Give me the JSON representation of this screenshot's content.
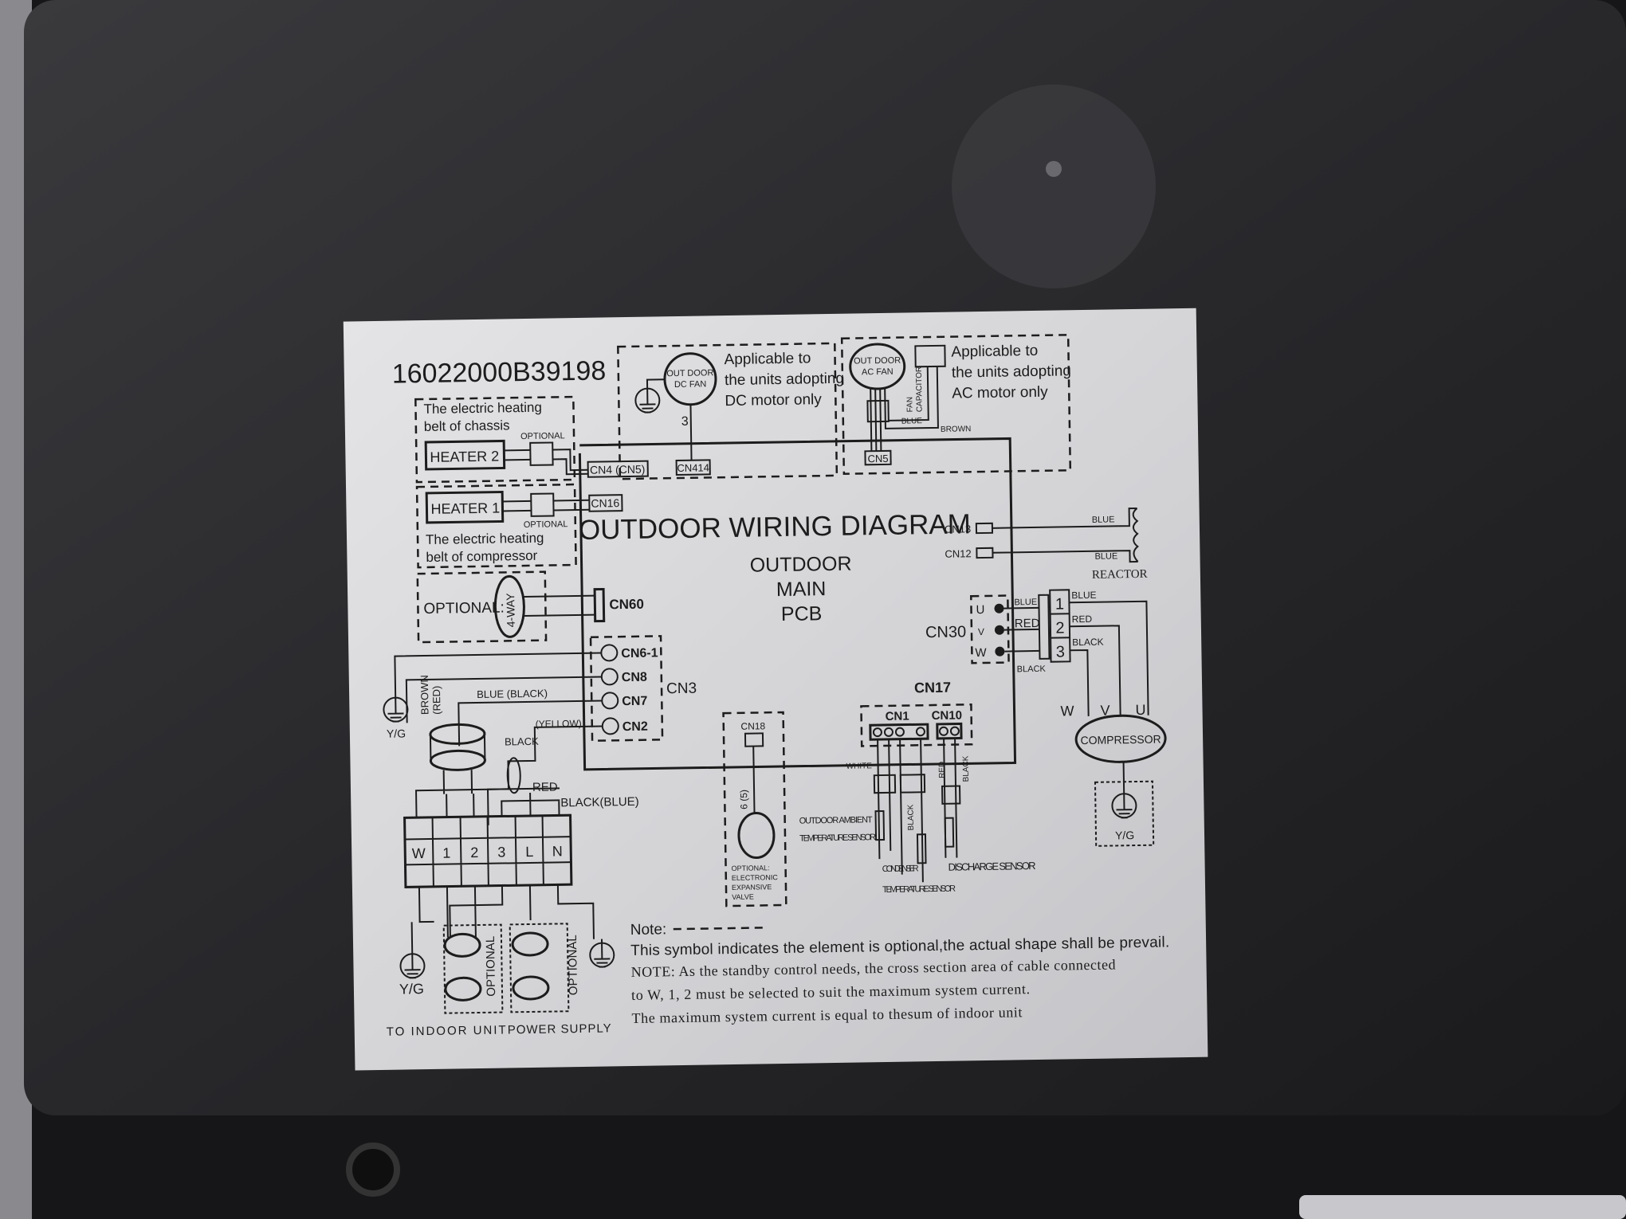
{
  "label": {
    "part_number": "16022000B39198",
    "title": "OUTDOOR WIRING DIAGRAM",
    "pcb_label": [
      "OUTDOOR",
      "MAIN",
      "PCB"
    ],
    "dc_fan": {
      "name": [
        "OUT DOOR",
        "DC FAN"
      ],
      "wires": "3",
      "connector": "CN414",
      "note": [
        "Applicable to",
        "the units adopting",
        "DC motor only"
      ]
    },
    "ac_fan": {
      "name": [
        "OUT DOOR",
        "AC FAN"
      ],
      "capacitor": [
        "FAN",
        "CAPACITOR"
      ],
      "connector": "CN5",
      "wire_blue": "BLUE",
      "wire_brown": "BROWN",
      "note": [
        "Applicable to",
        "the units adopting",
        "AC motor only"
      ]
    },
    "heater2": {
      "desc": [
        "The electric heating",
        "belt of chassis"
      ],
      "name": "HEATER  2",
      "optional": "OPTIONAL",
      "connector": "CN4 (CN5)"
    },
    "heater1": {
      "desc": [
        "The electric heating",
        "belt of compressor"
      ],
      "name": "HEATER  1",
      "optional": "OPTIONAL",
      "connector": "CN16"
    },
    "four_way": {
      "optional": "OPTIONAL:",
      "name": "4-WAY",
      "connector": "CN60"
    },
    "cn3": {
      "label": "CN3",
      "pins": [
        "CN6-1",
        "CN8",
        "CN7",
        "CN2"
      ]
    },
    "left_wires": {
      "brown": "BROWN",
      "red": "(RED)",
      "blue_black": "BLUE (BLACK)",
      "yellow": "(YELLOW)",
      "black": "BLACK",
      "red2": "RED",
      "black_blue": "BLACK(BLUE)",
      "yg": "Y/G"
    },
    "terminal_block": [
      "W",
      "1",
      "2",
      "3",
      "L",
      "N"
    ],
    "bottom_labels": {
      "indoor": "TO INDOOR UNIT",
      "power": "POWER SUPPLY",
      "optional": "OPTIONAL",
      "yg": "Y/G"
    },
    "reactor": {
      "cn13": "CN13",
      "cn12": "CN12",
      "wire1": "BLUE",
      "wire2": "BLUE",
      "name": "REACTOR"
    },
    "cn30": {
      "label": "CN30",
      "pins": [
        "U",
        "V",
        "W"
      ],
      "wires_in": [
        "BLUE",
        "RED",
        "BLACK"
      ],
      "terminals": [
        "1",
        "2",
        "3"
      ],
      "wires_out": [
        "BLUE",
        "RED",
        "BLACK"
      ]
    },
    "compressor": {
      "name": "COMPRESSOR",
      "phases": [
        "W",
        "V",
        "U"
      ],
      "yg": "Y/G"
    },
    "cn17": {
      "label": "CN17",
      "cn1": "CN1",
      "cn10": "CN10",
      "white": "WHITE",
      "black": "BLACK",
      "red": "RED",
      "black2": "BLACK",
      "ambient": [
        "OUTDOOR AMBIENT",
        "TEMPERATURE SENSOR"
      ],
      "condenser": [
        "CONDENSER",
        "TEMPERATURE SENSOR"
      ],
      "discharge": "DISCHARGE SENSOR"
    },
    "cn18": {
      "label": "CN18",
      "wires": "6 (5)",
      "desc": [
        "OPTIONAL:",
        "ELECTRONIC",
        "EXPANSIVE",
        "VALVE"
      ]
    },
    "notes": {
      "heading": "Note:",
      "lines": [
        "This symbol indicates the element is  optional,the actual shape shall be prevail.",
        "NOTE: As the standby control needs, the cross section area of cable connected",
        "to  W, 1, 2 must be selected to suit the maximum system current.",
        "The maximum system current is equal to thesum of indoor unit"
      ]
    }
  },
  "colors": {
    "panel": "#2a2a2d",
    "label": "#d9d9dc",
    "ink": "#1c1c1c"
  }
}
